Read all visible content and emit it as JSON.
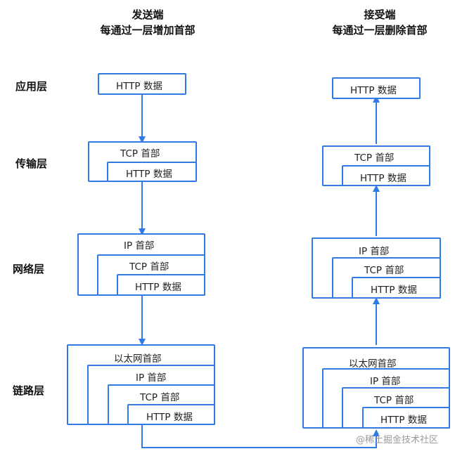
{
  "sender": {
    "title": "发送端",
    "subtitle": "每通过一层增加首部"
  },
  "receiver": {
    "title": "接受端",
    "subtitle": "每通过一层删除首部"
  },
  "layers": {
    "application": "应用层",
    "transport": "传输层",
    "network": "网络层",
    "link": "链路层"
  },
  "headers": {
    "http": "HTTP 数据",
    "tcp": "TCP 首部",
    "ip": "IP 首部",
    "ethernet": "以太网首部"
  },
  "colors": {
    "line": "#2f7ae5"
  },
  "watermark": "@稀土掘金技术社区"
}
